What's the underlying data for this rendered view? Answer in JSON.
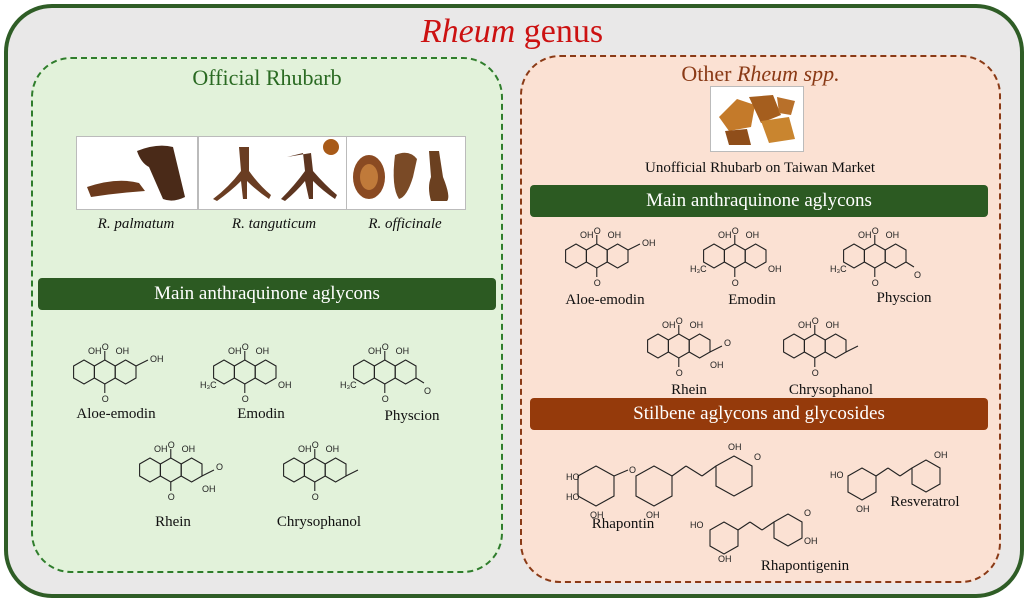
{
  "title": {
    "italic": "Rheum",
    "rest": " genus"
  },
  "official": {
    "heading": "Official Rhubarb",
    "species": [
      "R. palmatum",
      "R. tanguticum",
      "R. officinale"
    ],
    "banner": "Main anthraquinone aglycons",
    "compounds": [
      "Aloe-emodin",
      "Emodin",
      "Physcion",
      "Rhein",
      "Chrysophanol"
    ]
  },
  "other": {
    "heading_plain": "Other ",
    "heading_italic": "Rheum spp.",
    "photo_caption": "Unofficial Rhubarb on Taiwan Market",
    "banner1": "Main anthraquinone aglycons",
    "compounds": [
      "Aloe-emodin",
      "Emodin",
      "Physcion",
      "Rhein",
      "Chrysophanol"
    ],
    "banner2": "Stilbene aglycons and glycosides",
    "stilbenes": [
      "Rhapontin",
      "Resveratrol",
      "Rhapontigenin"
    ]
  },
  "atoms": {
    "O": "O",
    "OH": "OH",
    "H3C": "H₃C"
  },
  "colors": {
    "title": "#cc1111",
    "green": "#2c5a22",
    "brown": "#953a0b",
    "left_bg": "#e2f2da",
    "right_bg": "#fbe1d3"
  }
}
